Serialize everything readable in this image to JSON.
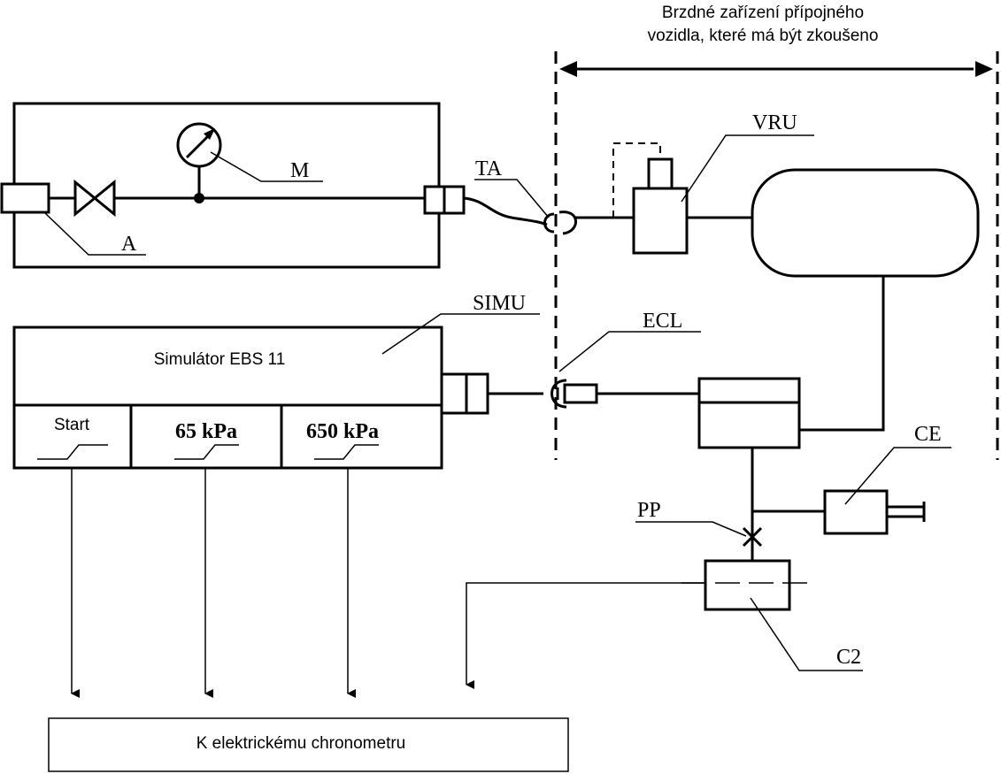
{
  "header": {
    "line1": "Brzdné zařízení přípojného",
    "line2": "vozidla, které má být zkoušeno"
  },
  "labels": {
    "m": "M",
    "a": "A",
    "ta": "TA",
    "vru": "VRU",
    "simu": "SIMU",
    "ecl": "ECL",
    "ce": "CE",
    "pp": "PP",
    "c2": "C2"
  },
  "simulator": {
    "title": "Simulátor EBS 11",
    "cells": [
      "Start",
      "65 kPa",
      "650 kPa"
    ]
  },
  "chronometer": {
    "label": "K elektrickému chronometru"
  }
}
